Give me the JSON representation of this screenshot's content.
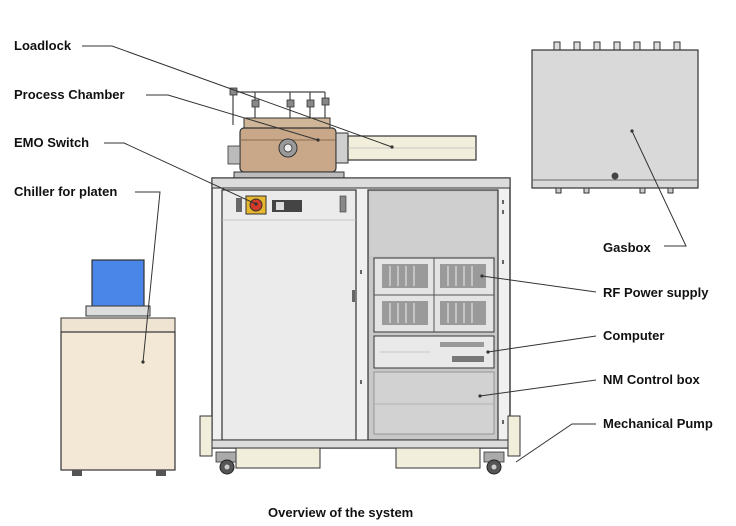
{
  "labels": {
    "loadlock": "Loadlock",
    "process_chamber": "Process Chamber",
    "emo_switch": "EMO Switch",
    "chiller": "Chiller for platen",
    "gasbox": "Gasbox",
    "rf_power": "RF Power supply",
    "computer": "Computer",
    "nm_control": "NM Control box",
    "mech_pump": "Mechanical Pump"
  },
  "caption": "Overview of the system",
  "colors": {
    "line": "#333333",
    "panel": "#e9e9e9",
    "panel_dark": "#bdbdbd",
    "chamber": "#c9a88a",
    "chiller_body": "#f3e7d6",
    "chiller_screen": "#4a86e8",
    "emo_red": "#d23b2a",
    "emo_yellow": "#e8b72e"
  }
}
